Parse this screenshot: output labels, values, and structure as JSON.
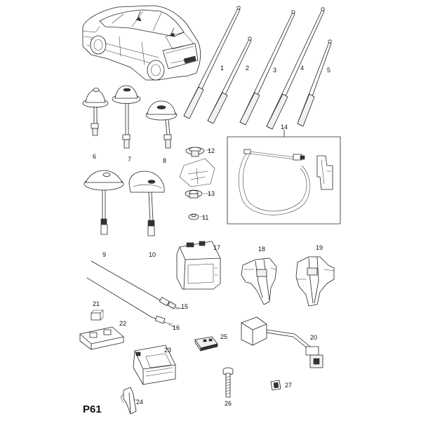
{
  "page_code": "P61",
  "callouts": {
    "p1": "1",
    "p2": "2",
    "p3": "3",
    "p4": "4",
    "p5": "5",
    "p6": "6",
    "p7": "7",
    "p8": "8",
    "p9": "9",
    "p10": "10",
    "p11": "11",
    "p12": "12",
    "p13": "13",
    "p14": "14",
    "p15": "15",
    "p16": "16",
    "p17": "17",
    "p18": "18",
    "p19": "19",
    "p20": "20",
    "p21": "21",
    "p22": "22",
    "p23": "23",
    "p24": "24",
    "p25": "25",
    "p26": "26",
    "p27": "27"
  }
}
